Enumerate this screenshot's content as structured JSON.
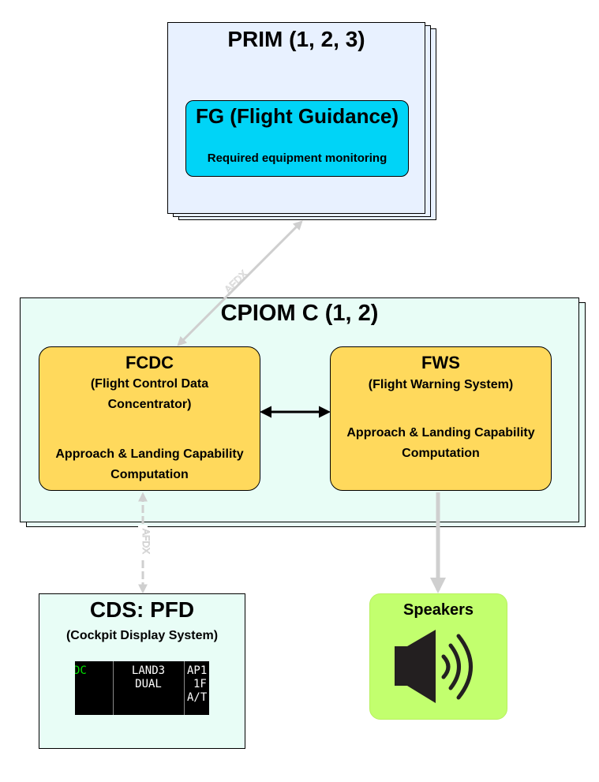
{
  "prim": {
    "title": "PRIM (1, 2, 3)",
    "fg_title": "FG (Flight Guidance)",
    "fg_subtitle": "Required equipment monitoring"
  },
  "cpiom": {
    "title": "CPIOM C (1, 2)",
    "fcdc": {
      "title": "FCDC",
      "full_name": "(Flight Control Data Concentrator)",
      "function": "Approach & Landing Capability Computation"
    },
    "fws": {
      "title": "FWS",
      "full_name": "(Flight Warning System)",
      "function": "Approach & Landing Capability Computation"
    }
  },
  "links": {
    "prim_fcdc": "AFDX",
    "fcdc_cds": "AFDX"
  },
  "cds": {
    "title": "CDS: PFD",
    "subtitle": "(Cockpit Display System)",
    "pfd_snippet": {
      "col1": "DC",
      "col2_line1": "LAND3",
      "col2_line2": "DUAL",
      "col3_line1": "AP1",
      "col3_line2": "1F",
      "col3_line3": "A/T"
    }
  },
  "speakers": {
    "title": "Speakers",
    "icon": "speaker-icon"
  },
  "colors": {
    "prim_bg": "#e8f1ff",
    "fg_bg": "#00d4f7",
    "cpiom_bg": "#e8fdf6",
    "module_bg": "#ffd95c",
    "speakers_bg": "#c2ff6e",
    "link_gray": "#cfcfcf",
    "pfd_green": "#00e000"
  }
}
